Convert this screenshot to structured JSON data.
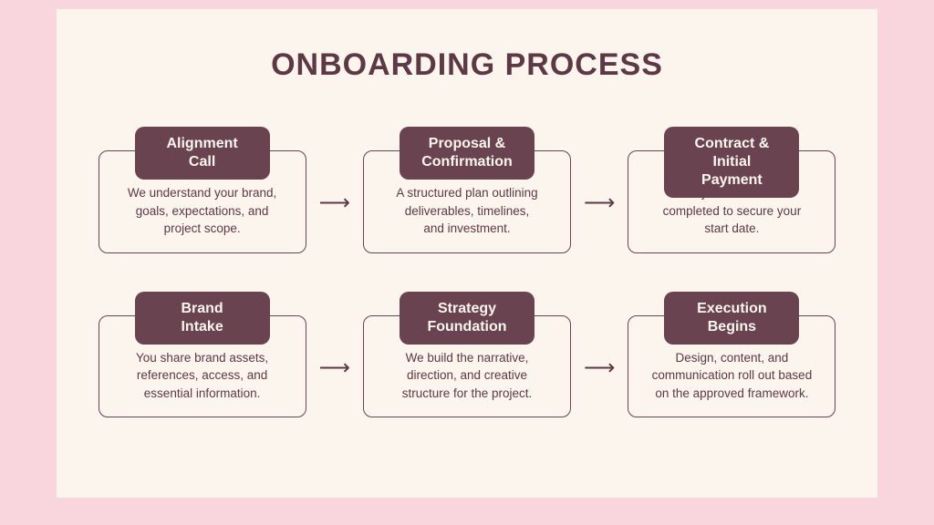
{
  "title": "ONBOARDING PROCESS",
  "arrow_glyph": "⟶",
  "colors": {
    "frame": "#f9d5dd",
    "background": "#fbf5ed",
    "accent": "#6a4350",
    "text": "#5d3845"
  },
  "steps": [
    {
      "heading": "Alignment\nCall",
      "body": "We understand your brand,\ngoals, expectations, and\nproject scope."
    },
    {
      "heading": "Proposal &\nConfirmation",
      "body": "A structured plan outlining\ndeliverables, timelines,\nand investment."
    },
    {
      "heading": "Contract &\nInitial Payment",
      "body": "Project formalities\ncompleted to secure your\nstart date."
    },
    {
      "heading": "Brand\nIntake",
      "body": "You share brand assets,\nreferences, access, and\nessential information."
    },
    {
      "heading": "Strategy\nFoundation",
      "body": "We build the narrative,\ndirection, and creative\nstructure for the project."
    },
    {
      "heading": "Execution\nBegins",
      "body": "Design, content, and\ncommunication roll out based\non the approved framework."
    }
  ]
}
